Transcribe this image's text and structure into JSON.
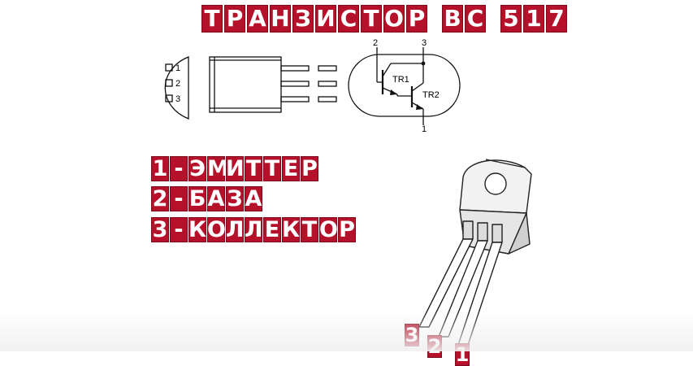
{
  "title": "ТРАНЗИСТОР BC 517",
  "package_pins": [
    "1",
    "2",
    "3"
  ],
  "schematic": {
    "pin_top_left": "2",
    "pin_top_right": "3",
    "pin_bottom": "1",
    "tr1": "TR1",
    "tr2": "TR2"
  },
  "pin_legend": [
    "1-ЭМИТТЕР",
    "2-БАЗА",
    "3-КОЛЛЕКТОР"
  ],
  "leg_numbers": [
    "3",
    "2",
    "1"
  ],
  "colors": {
    "tile_bg": "#b5112b",
    "tile_text": "#ffffff",
    "line": "#111111"
  }
}
